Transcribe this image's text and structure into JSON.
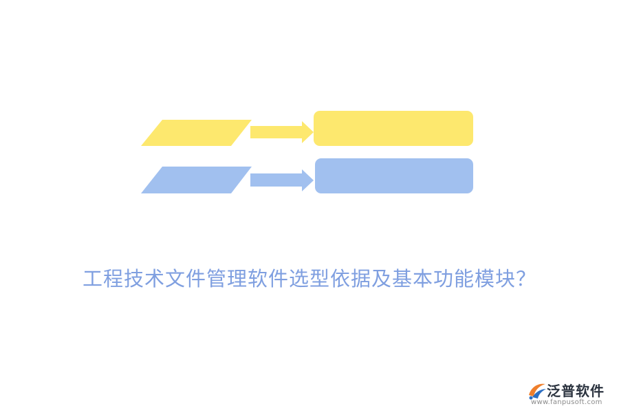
{
  "title": "工程技术文件管理软件选型依据及基本功能模块？",
  "logo": {
    "name": "泛普软件",
    "url": "www.fanpusoft.com"
  },
  "colors": {
    "yellow": "#fde86e",
    "blue": "#a1c0ef",
    "title": "#7f9fe0",
    "logo_orange": "#ef7f2c",
    "logo_blue": "#2c6fc3"
  }
}
